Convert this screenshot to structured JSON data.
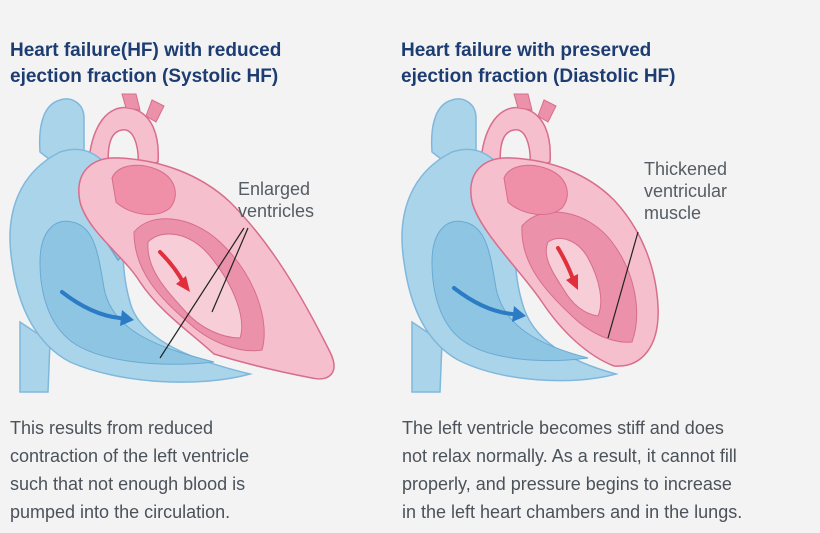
{
  "left_panel": {
    "title_lines": [
      "Heart failure(HF) with reduced",
      "ejection fraction (Systolic HF)"
    ],
    "callout_lines": [
      "Enlarged",
      "ventricles"
    ],
    "description_lines": [
      "This results from reduced",
      "contraction of the left ventricle",
      "such that not enough blood is",
      "pumped into the circulation."
    ]
  },
  "right_panel": {
    "title_lines": [
      "Heart failure with preserved",
      "ejection fraction (Diastolic HF)"
    ],
    "callout_lines": [
      "Thickened",
      "ventricular",
      "muscle"
    ],
    "description_lines": [
      "The left ventricle becomes stiff and does",
      "not relax normally. As a result, it cannot fill",
      "properly, and pressure begins to increase",
      "in the left heart chambers and in the lungs."
    ]
  },
  "colors": {
    "background": "#f3f3f3",
    "title": "#1d3d72",
    "blue_chamber": "#aad4ea",
    "blue_dark": "#7fb8dc",
    "pink_chamber": "#f5bfcd",
    "pink_wall": "#eb92aa",
    "pink_dark": "#d86d8c",
    "flow_blue": "#2b7cc4",
    "flow_red": "#e0303b"
  }
}
